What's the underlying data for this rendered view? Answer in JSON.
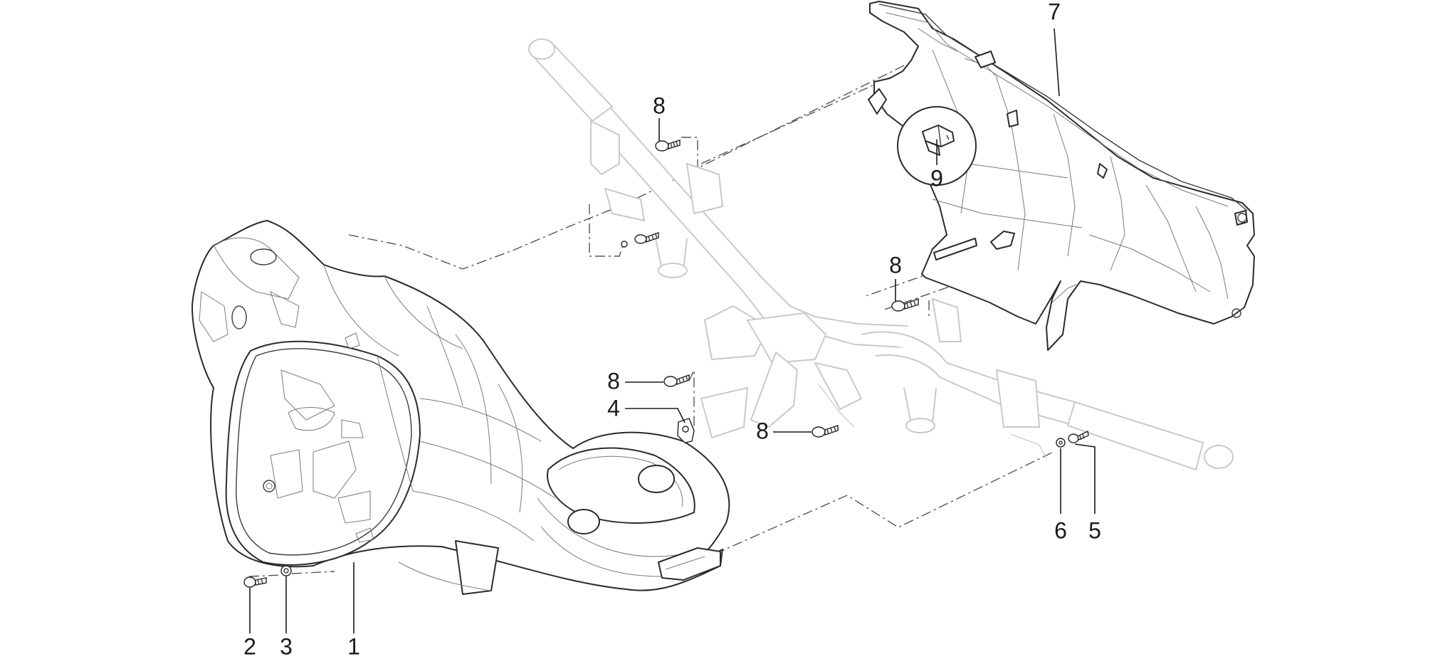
{
  "diagram": {
    "part_numbers": {
      "p1": "1",
      "p2": "2",
      "p3": "3",
      "p4": "4",
      "p5": "5",
      "p6": "6",
      "p7": "7",
      "p8": "8",
      "p9": "9"
    },
    "colors": {
      "line": "#2b2b2b",
      "ghost_handlebar": "#c9c9c9",
      "dashed_guide": "#555555",
      "background": "#ffffff"
    }
  }
}
